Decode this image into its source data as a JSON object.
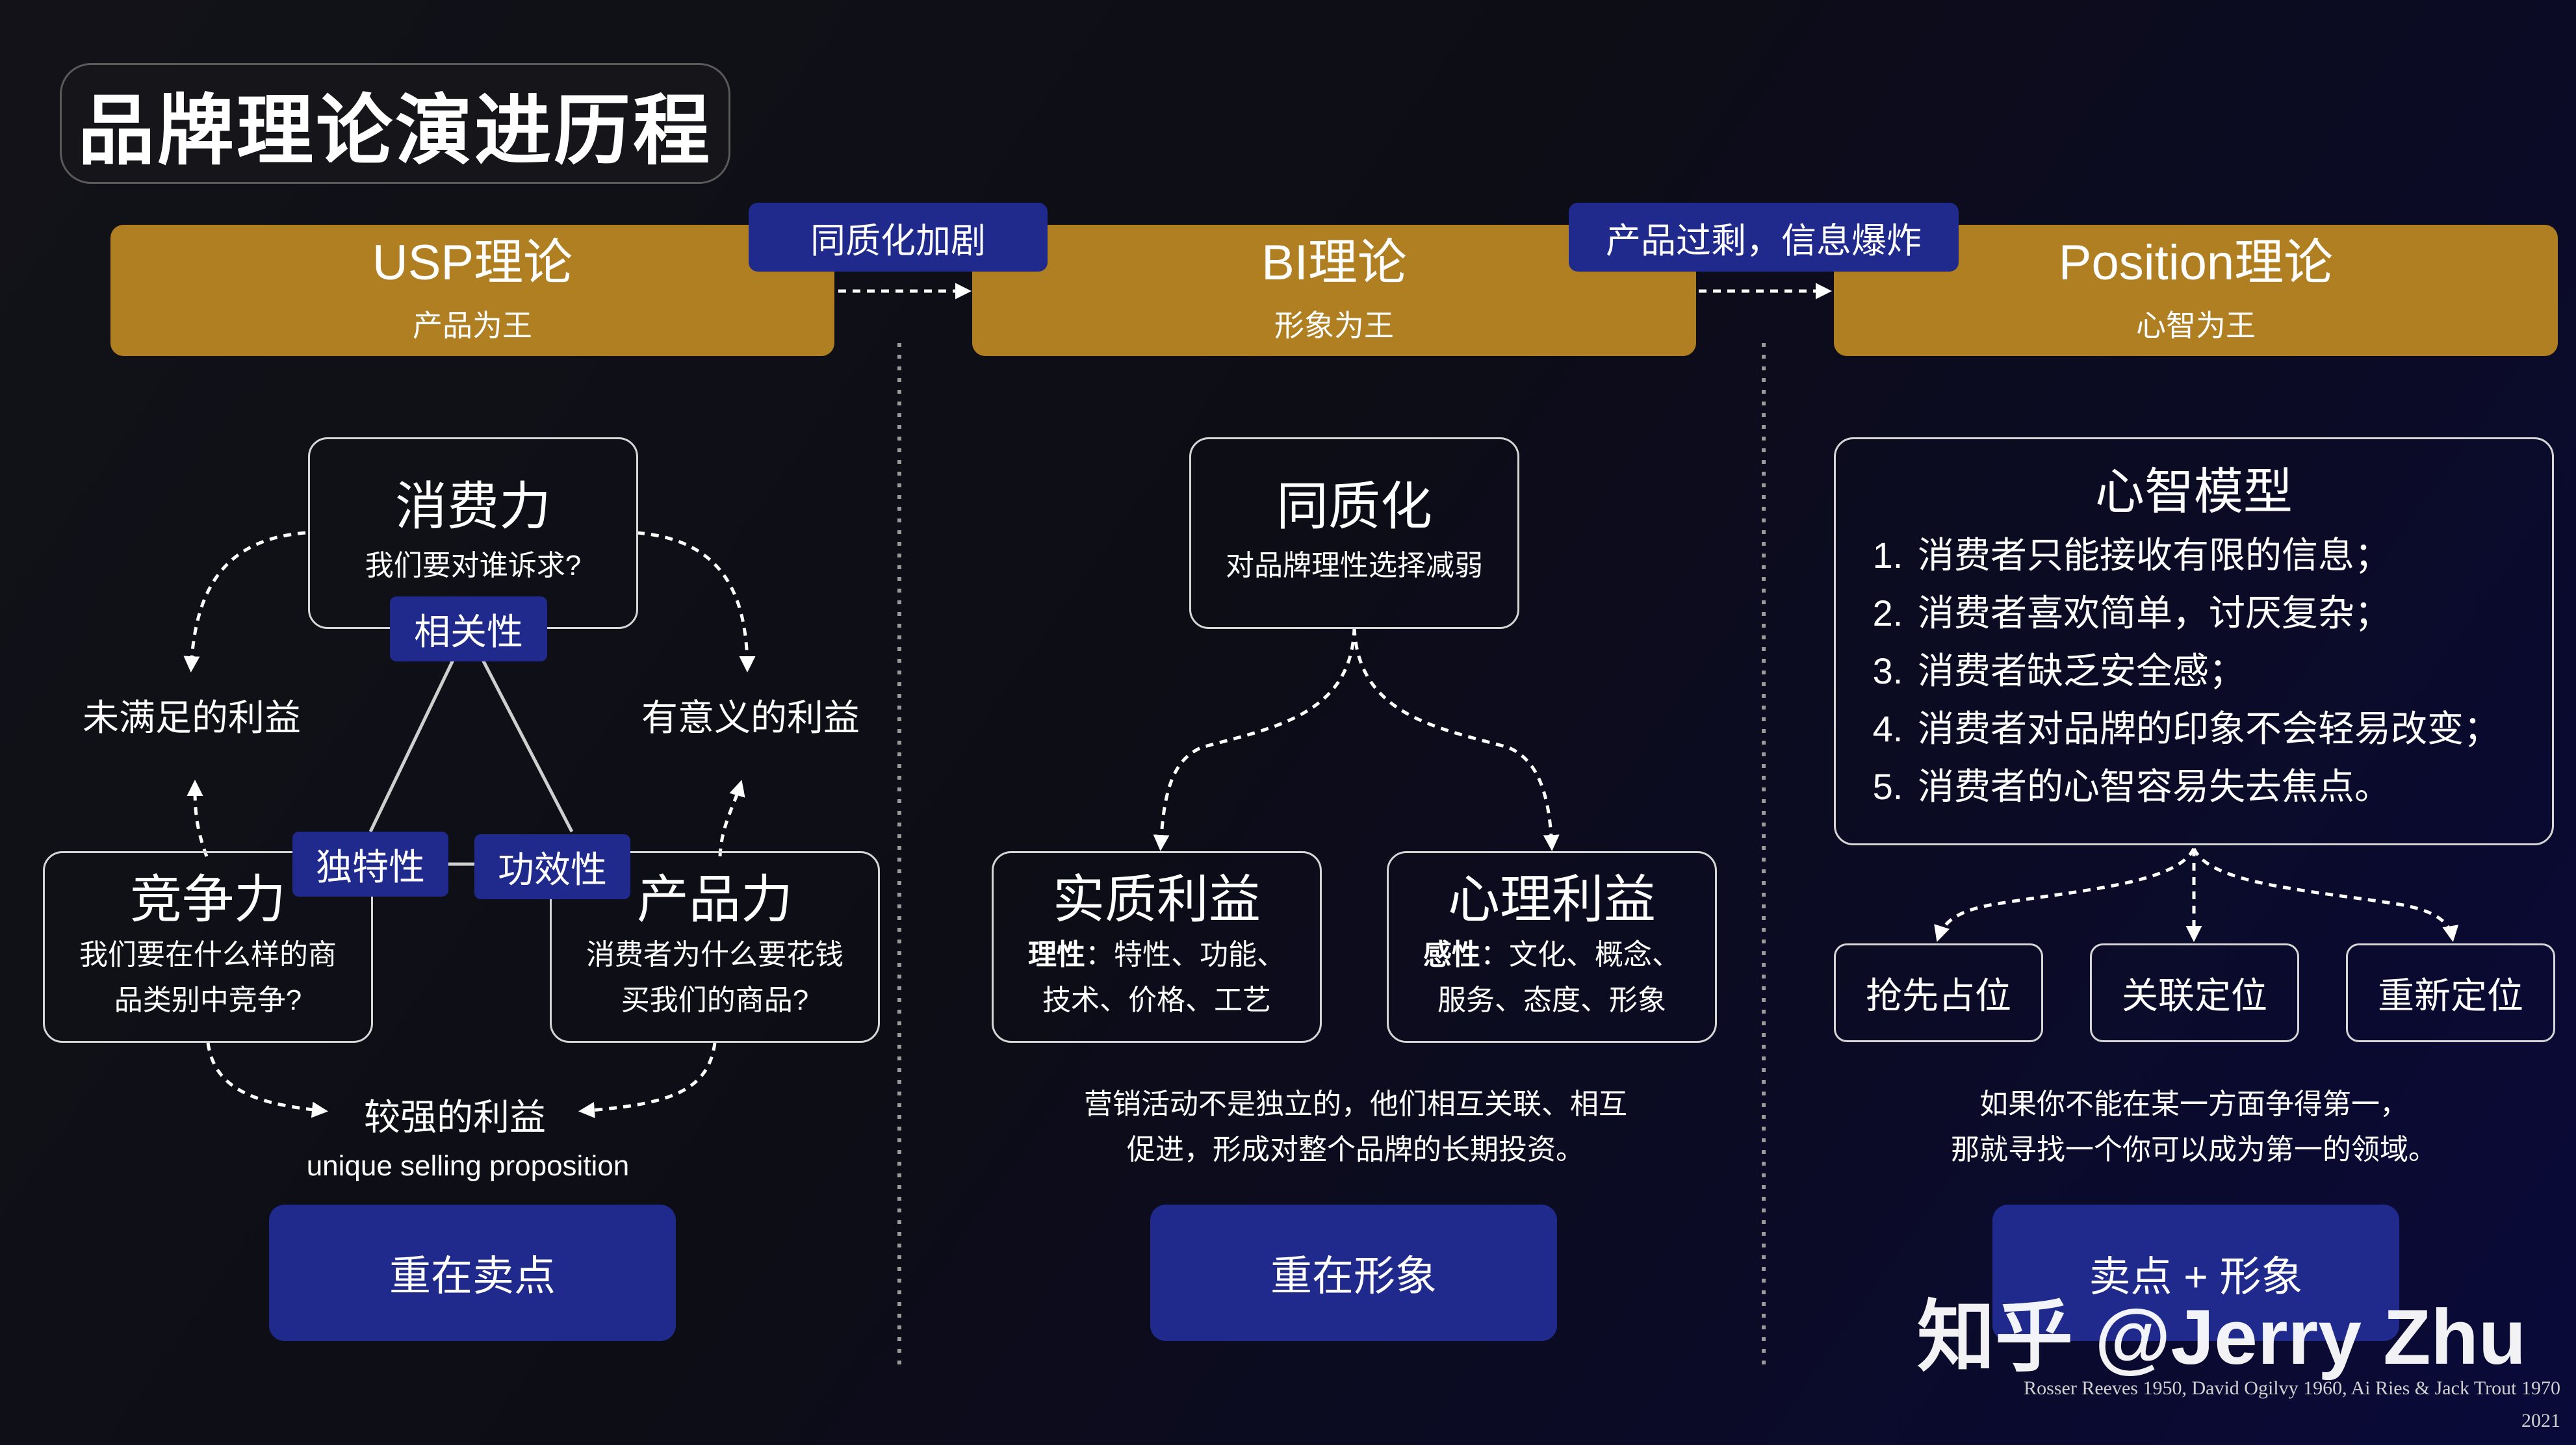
{
  "title": "品牌理论演进历程",
  "phases": [
    {
      "title": "USP理论",
      "subtitle": "产品为王"
    },
    {
      "title": "BI理论",
      "subtitle": "形象为王"
    },
    {
      "title": "Position理论",
      "subtitle": "心智为王"
    }
  ],
  "transitions": [
    "同质化加剧",
    "产品过剩，信息爆炸"
  ],
  "usp": {
    "consume": {
      "title": "消费力",
      "sub": "我们要对谁诉求?"
    },
    "compete": {
      "title": "竞争力",
      "sub1": "我们要在什么样的商",
      "sub2": "品类别中竞争?"
    },
    "product": {
      "title": "产品力",
      "sub1": "消费者为什么要花钱",
      "sub2": "买我们的商品?"
    },
    "tags": {
      "relevance": "相关性",
      "unique": "独特性",
      "efficacy": "功效性"
    },
    "benefits": {
      "unmet": "未满足的利益",
      "meaningful": "有意义的利益",
      "stronger": "较强的利益"
    },
    "english": "unique selling proposition",
    "focus": "重在卖点"
  },
  "bi": {
    "homo": {
      "title": "同质化",
      "sub": "对品牌理性选择减弱"
    },
    "substance": {
      "title": "实质利益",
      "bold": "理性",
      "rest1": "：特性、功能、",
      "line2": "技术、价格、工艺"
    },
    "psych": {
      "title": "心理利益",
      "bold": "感性",
      "rest1": "：文化、概念、",
      "line2": "服务、态度、形象"
    },
    "caption1": "营销活动不是独立的，他们相互关联、相互",
    "caption2": "促进，形成对整个品牌的长期投资。",
    "focus": "重在形象"
  },
  "position": {
    "model_title": "心智模型",
    "items": [
      {
        "n": "1.",
        "text": "消费者只能接收有限的信息；"
      },
      {
        "n": "2.",
        "text": "消费者喜欢简单，讨厌复杂；"
      },
      {
        "n": "3.",
        "text": "消费者缺乏安全感；"
      },
      {
        "n": "4.",
        "text": "消费者对品牌的印象不会轻易改变；"
      },
      {
        "n": "5.",
        "text": "消费者的心智容易失去焦点。"
      }
    ],
    "strategies": [
      "抢先占位",
      "关联定位",
      "重新定位"
    ],
    "caption1": "如果你不能在某一方面争得第一，",
    "caption2": "那就寻找一个你可以成为第一的领域。",
    "focus": "卖点 + 形象"
  },
  "watermark": "知乎 @Jerry Zhu",
  "credit": "Rosser Reeves 1950, David Ogilvy 1960, Ai Ries & Jack Trout 1970",
  "year": "2021"
}
